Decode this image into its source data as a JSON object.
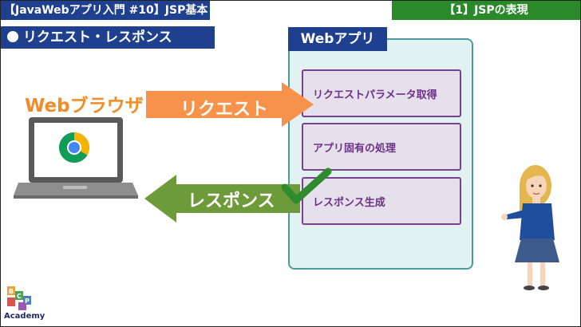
{
  "header": {
    "left_title": "【JavaWebアプリ入門 #10】JSP基本",
    "right_title": "【1】JSPの表現"
  },
  "section": {
    "title": "リクエスト・レスポンス"
  },
  "browser": {
    "label": "Webブラウザ"
  },
  "webapp": {
    "label": "Webアプリ",
    "steps": [
      {
        "label": "リクエストパラメータ取得"
      },
      {
        "label": "アプリ固有の処理"
      },
      {
        "label": "レスポンス生成"
      }
    ]
  },
  "arrows": {
    "request_label": "リクエスト",
    "response_label": "レスポンス"
  },
  "logo": {
    "text": "Academy"
  },
  "colors": {
    "header_blue": "#1f3f8f",
    "header_green": "#2a8a2a",
    "request_orange": "#f6924a",
    "response_green": "#6e9b3a",
    "step_purple": "#7a3f8e",
    "webapp_fill": "#e2f1f1",
    "check_green": "#2e8b2e"
  },
  "icons": [
    "laptop-icon",
    "chrome-icon",
    "checkmark-icon",
    "presenter-illustration",
    "academy-logo"
  ]
}
